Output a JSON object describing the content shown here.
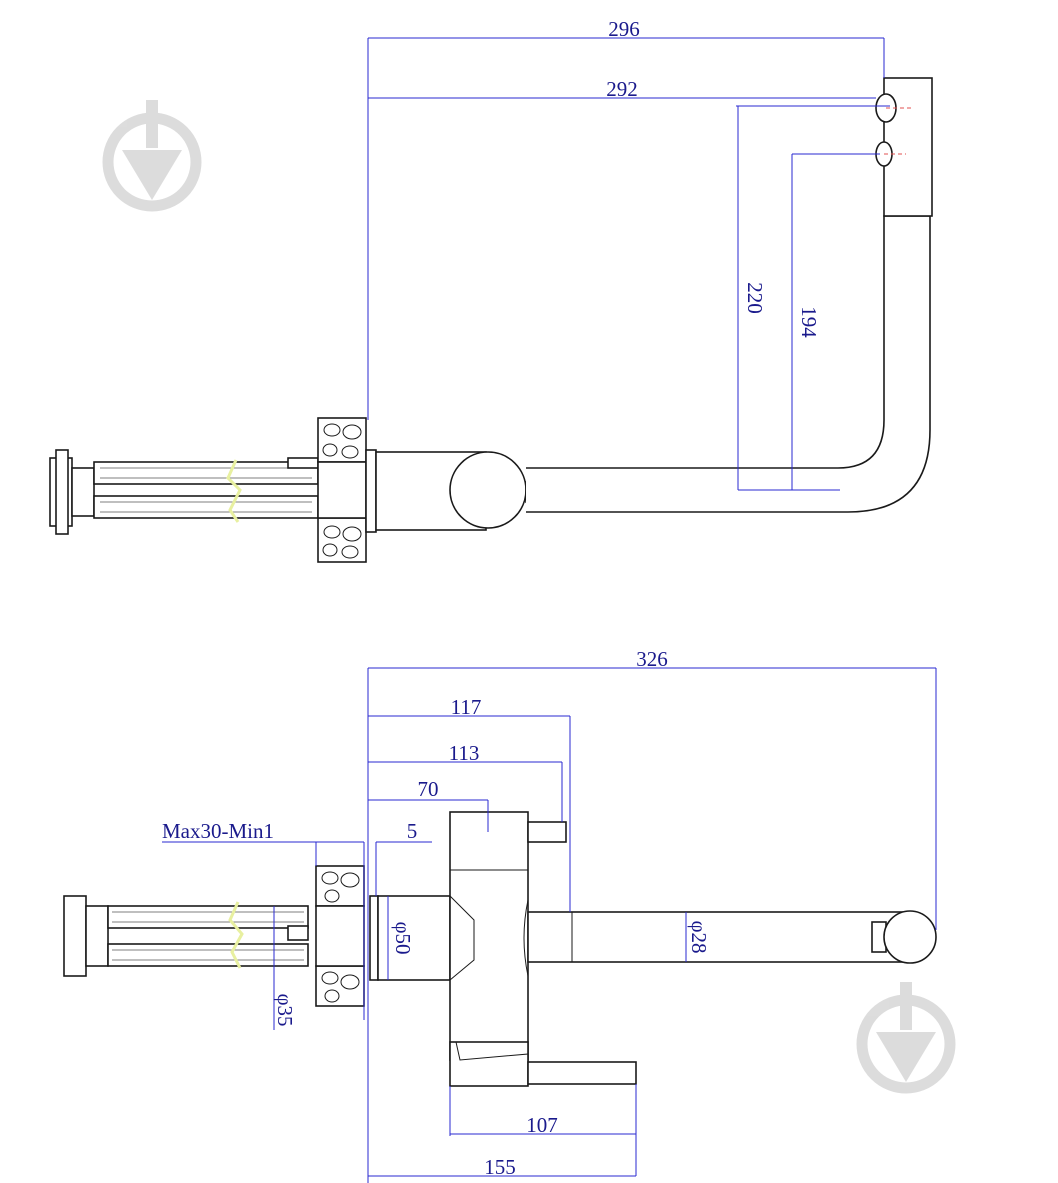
{
  "top_view": {
    "dims": {
      "total_reach": "296",
      "spout_reach": "292",
      "height_outer": "220",
      "height_inner": "194"
    }
  },
  "bottom_view": {
    "dims": {
      "total_length": "326",
      "body_to_spout": "117",
      "body_to_handle_end": "113",
      "body_top": "70",
      "worktop_thickness": "Max30-Min1",
      "flange_gap": "5",
      "base_diameter": "φ50",
      "spout_diameter": "φ28",
      "inlet_diameter": "φ35",
      "lever_length": "107",
      "lever_reach": "155"
    }
  },
  "watermarks": [
    {
      "name": "logo-watermark-top-left"
    },
    {
      "name": "logo-watermark-bottom-right"
    }
  ],
  "colors": {
    "dimension": "#2a2ad0",
    "dimension_text": "#1a1a8c",
    "outline": "#1a1a1a",
    "watermark": "#d9d9d9",
    "break_mark": "#e8f0a0",
    "center_line": "#e05050"
  }
}
